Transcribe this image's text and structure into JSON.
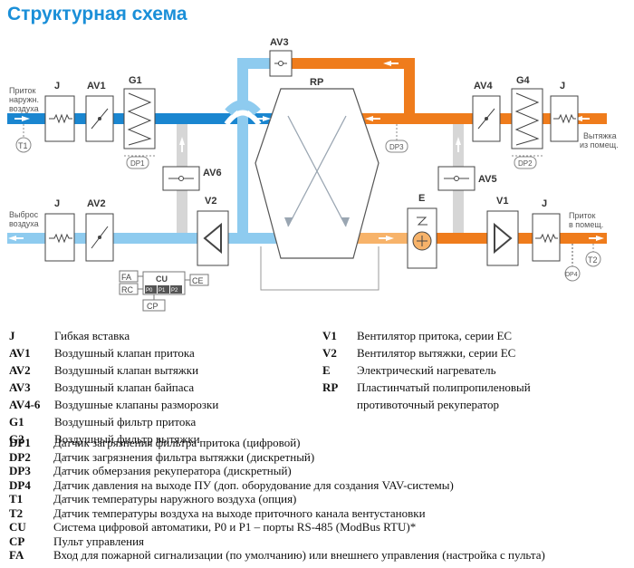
{
  "title": "Структурная схема",
  "diagram": {
    "labels": {
      "j1": "J",
      "av1": "AV1",
      "g1": "G1",
      "av3": "AV3",
      "rp": "RP",
      "av4": "AV4",
      "g4": "G4",
      "j4": "J",
      "j2": "J",
      "av2": "AV2",
      "v2": "V2",
      "av6": "AV6",
      "e": "E",
      "v1": "V1",
      "j3": "J",
      "av5": "AV5",
      "dp1": "DP1",
      "dp2": "DP2",
      "dp3": "DP3",
      "dp4": "DP4",
      "t1": "T1",
      "t2": "T2",
      "fa": "FA",
      "rc": "RC",
      "cu": "CU",
      "ce": "CE",
      "cp": "CP",
      "p0": "P0",
      "p1": "P1",
      "p2": "P2"
    },
    "side_text": {
      "intake_1": "Приток",
      "intake_2": "наружн.",
      "intake_3": "воздуха",
      "exhaust_1": "Выброс",
      "exhaust_2": "воздуха",
      "extract_1": "Вытяжка",
      "extract_2": "из помещ.",
      "supply_1": "Приток",
      "supply_2": "в помещ."
    },
    "colors": {
      "fresh_dark": "#1a86d0",
      "fresh_light": "#8ecbef",
      "warm_dark": "#ef7c1c",
      "warm_light": "#f7b36a",
      "bypass_grey": "#d6d6d6",
      "title": "#1a8fd8"
    }
  },
  "legend_left": [
    {
      "code": "J",
      "text": "Гибкая вставка"
    },
    {
      "code": "AV1",
      "text": "Воздушный клапан притока"
    },
    {
      "code": "AV2",
      "text": "Воздушный клапан вытяжки"
    },
    {
      "code": "AV3",
      "text": "Воздушный клапан байпаса"
    },
    {
      "code": "AV4-6",
      "text": "Воздушные клапаны разморозки"
    },
    {
      "code": "G1",
      "text": "Воздушный фильтр притока"
    },
    {
      "code": "G2",
      "text": "Воздушный фильтр вытяжки"
    }
  ],
  "legend_right": [
    {
      "code": "V1",
      "text": "Вентилятор притока, серии ЕС"
    },
    {
      "code": "V2",
      "text": "Вентилятор вытяжки, серии ЕС"
    },
    {
      "code": "E",
      "text": "Электрический нагреватель"
    },
    {
      "code": "RP",
      "text": "Пластинчатый полипропиленовый"
    },
    {
      "code": "",
      "text": "противоточный рекуператор"
    }
  ],
  "legend_bottom": [
    {
      "code": "DP1",
      "text": "Датчик загрязнения фильтра притока (цифровой)"
    },
    {
      "code": "DP2",
      "text": "Датчик загрязнения фильтра вытяжки (дискретный)"
    },
    {
      "code": "DP3",
      "text": "Датчик обмерзания рекуператора (дискретный)"
    },
    {
      "code": "DP4",
      "text": "Датчик давления на выходе ПУ (доп. оборудование для создания VAV-системы)"
    },
    {
      "code": "T1",
      "text": "Датчик температуры наружного воздуха (опция)"
    },
    {
      "code": "T2",
      "text": "Датчик температуры воздуха на выходе приточного канала вентустановки"
    },
    {
      "code": "CU",
      "text": "Система цифровой автоматики, P0 и P1 – порты RS-485 (ModBus RTU)*"
    },
    {
      "code": "CP",
      "text": "Пульт управления"
    },
    {
      "code": "FA",
      "text": "Вход для пожарной сигнализации (по умолчанию) или внешнего управления (настройка с пульта)"
    }
  ]
}
